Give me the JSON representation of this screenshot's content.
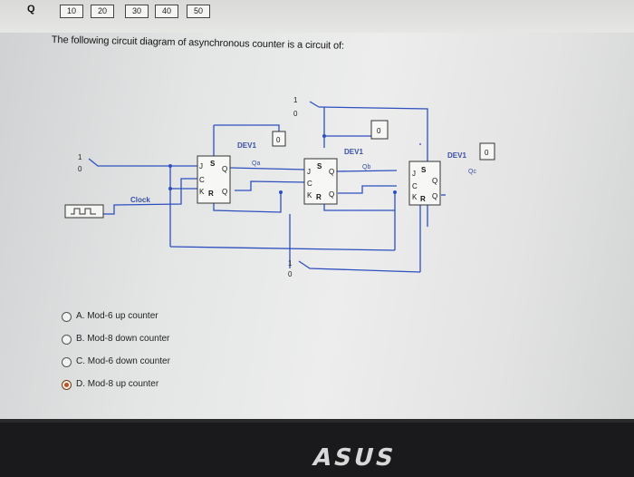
{
  "nav": {
    "q_label": "Q",
    "buttons": [
      "10",
      "20",
      "30",
      "40",
      "50"
    ]
  },
  "question": {
    "text": "The following circuit diagram of asynchronous counter is a circuit of:"
  },
  "circuit": {
    "input_top": {
      "one": "1",
      "zero": "0"
    },
    "input_left": {
      "one": "1",
      "zero": "0"
    },
    "input_bottom": {
      "one": "1",
      "zero": "0"
    },
    "clock_label": "Clock",
    "flipflops": [
      {
        "device": "DEV1",
        "output": "Qa",
        "display": "0",
        "j": "J",
        "s": "S",
        "q": "Q",
        "c": "C",
        "k": "K",
        "r": "R",
        "qbar": "Q"
      },
      {
        "device": "DEV1",
        "output": "Qb",
        "display": "0",
        "j": "J",
        "s": "S",
        "q": "Q",
        "c": "C",
        "k": "K",
        "r": "R",
        "qbar": "Q"
      },
      {
        "device": "DEV1",
        "output": "Qc",
        "display": "0",
        "j": "J",
        "s": "S",
        "q": "Q",
        "c": "C",
        "k": "K",
        "r": "R",
        "qbar": "Q"
      }
    ]
  },
  "options": [
    {
      "label": "A. Mod-6 up counter",
      "selected": false
    },
    {
      "label": "B. Mod-8 down counter",
      "selected": false
    },
    {
      "label": "C. Mod-6 down counter",
      "selected": false
    },
    {
      "label": "D. Mod-8 up counter",
      "selected": true
    }
  ],
  "bezel": {
    "logo": "ASUS"
  },
  "colors": {
    "wire": "#2e4fbf",
    "selected_radio": "#c0541a"
  }
}
